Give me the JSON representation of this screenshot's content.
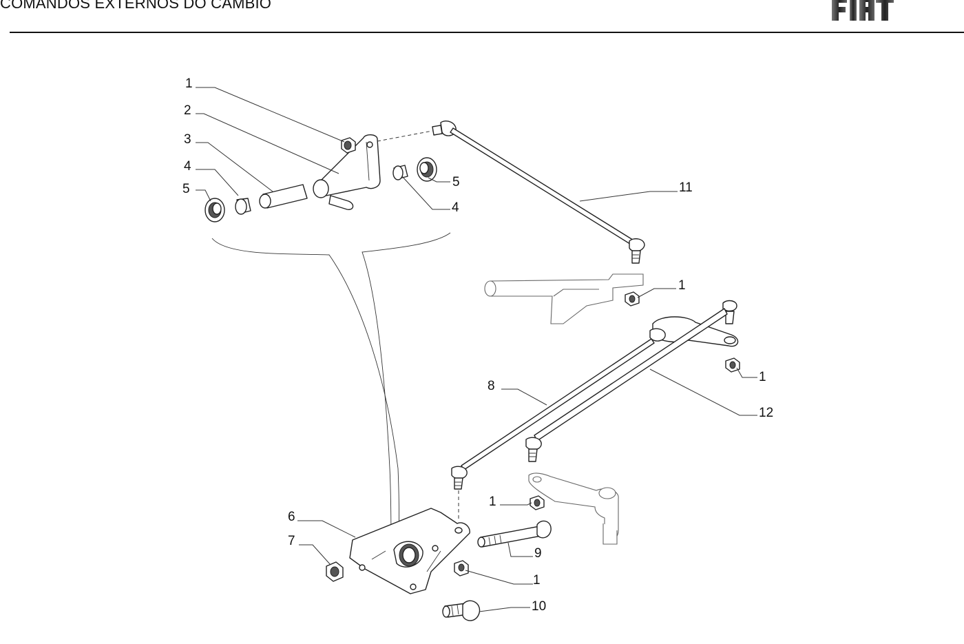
{
  "header": {
    "title": "COMANDOS EXTERNOS DO CAMBIO",
    "brand": "FIAT"
  },
  "diagram": {
    "callouts": [
      "1",
      "2",
      "3",
      "4",
      "5",
      "5",
      "4",
      "11",
      "1",
      "1",
      "12",
      "8",
      "1",
      "6",
      "7",
      "9",
      "1",
      "10"
    ]
  }
}
